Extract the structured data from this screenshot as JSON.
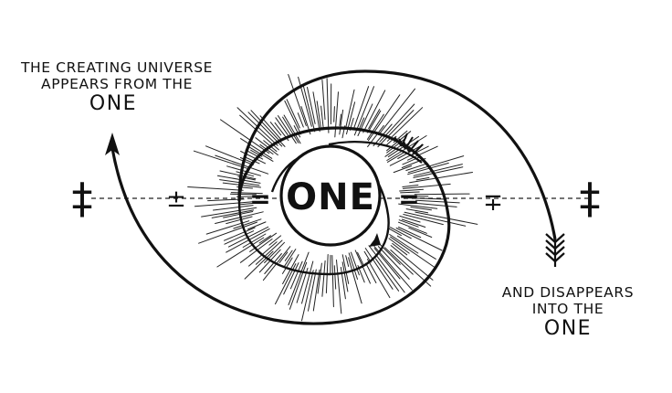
{
  "top_left_caption": {
    "line1": "THE CREATING UNIVERSE",
    "line2": "APPEARS FROM THE",
    "line3": "ONE"
  },
  "bottom_right_caption": {
    "line1": "AND DISAPPEARS",
    "line2": "INTO THE",
    "line3": "ONE"
  },
  "center_label": "ONE",
  "axis_symbols": {
    "far_left": "‡",
    "inner_left": "±",
    "equals_left": "=",
    "equals_right": "=",
    "inner_right": "∓",
    "far_right": "‡"
  },
  "colors": {
    "ink": "#111111",
    "paper": "#ffffff"
  }
}
